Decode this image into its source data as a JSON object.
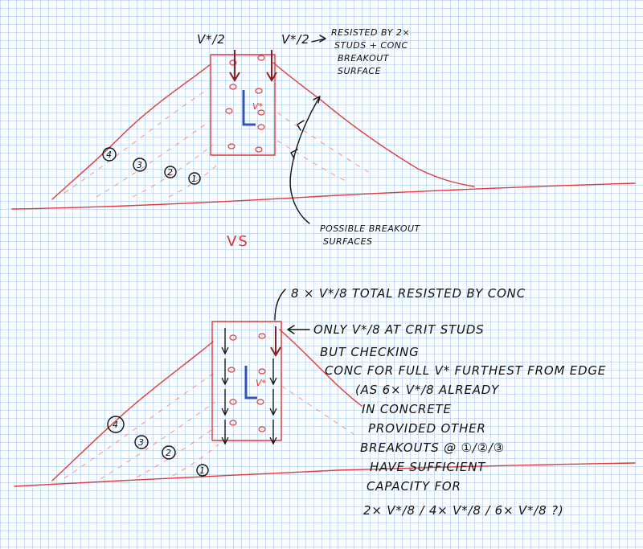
{
  "top": {
    "load_left": "V*/2",
    "load_right": "V*/2",
    "load_center": "V*",
    "note_resisted": [
      "RESISTED BY 2×",
      "STUDS + CONC",
      "BREAKOUT",
      "SURFACE"
    ],
    "note_possible": [
      "POSSIBLE BREAKOUT",
      "SURFACES"
    ],
    "surface_numbers": [
      "4",
      "3",
      "2",
      "1"
    ]
  },
  "divider_text": "VS",
  "bottom": {
    "header_note": "8 × V*/8 TOTAL RESISTED BY CONC",
    "note_lines": [
      "ONLY V*/8 AT CRIT STUDS",
      "BUT CHECKING",
      "CONC FOR FULL V* FURTHEST FROM EDGE",
      "(AS 6× V*/8 ALREADY",
      "IN CONCRETE",
      "PROVIDED OTHER",
      "BREAKOUTS @ ①/②/③",
      "HAVE SUFFICIENT",
      "CAPACITY FOR",
      "2× V*/8 / 4× V*/8 / 6× V*/8 ?)"
    ],
    "load_center": "V*",
    "surface_numbers": [
      "4",
      "3",
      "2",
      "1"
    ]
  },
  "colors": {
    "red": "#e03a3a",
    "blue": "#3355bb",
    "ink": "#111111"
  }
}
